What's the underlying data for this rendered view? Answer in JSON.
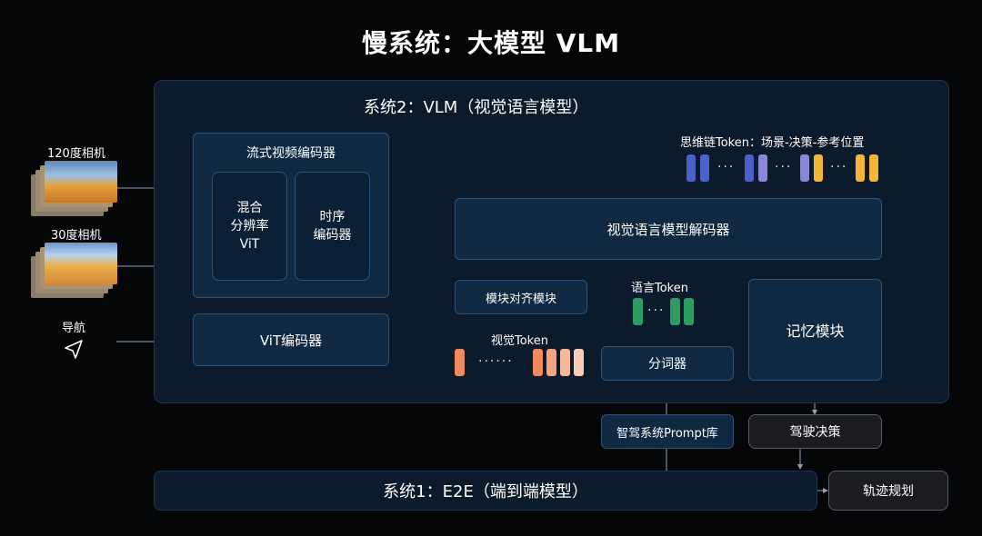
{
  "title": "慢系统：大模型 VLM",
  "system2_title": "系统2：VLM（视觉语言模型）",
  "inputs": {
    "cam120": "120度相机",
    "cam30": "30度相机",
    "nav": "导航"
  },
  "stream_encoder": {
    "title": "流式视频编码器",
    "mixed_res": "混合\n分辨率\nViT",
    "temporal": "时序\n编码器"
  },
  "vit_encoder": "ViT编码器",
  "decoder": "视觉语言模型解码器",
  "cot_label": "思维链Token：场景-决策-参考位置",
  "align": "模块对齐模块",
  "vision_token": "视觉Token",
  "lang_token": "语言Token",
  "tokenizer": "分词器",
  "memory": "记忆模块",
  "prompt_lib": "智驾系统Prompt库",
  "drive_decision": "驾驶决策",
  "system1": "系统1：E2E（端到端模型）",
  "trajectory": "轨迹规划",
  "dots": "···",
  "dots_long": "······",
  "colors": {
    "vision_token": "#f08a5d",
    "lang_token": "#2e9a64",
    "cot_blue": "#4a62c9",
    "cot_purple": "#8a86d8",
    "cot_yellow": "#f3b63a"
  }
}
